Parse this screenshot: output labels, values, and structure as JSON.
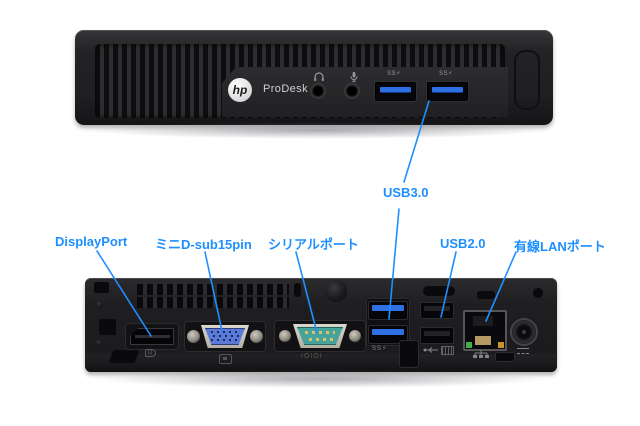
{
  "front_view": {
    "brand": "hp",
    "model": "ProDesk",
    "ports": [
      "headphone-jack",
      "microphone-jack",
      "usb3-port",
      "usb3-port"
    ]
  },
  "back_view": {
    "ports": [
      "displayport",
      "vga-mini-dsub15",
      "serial-db9",
      "usb3-x2",
      "usb2-x2",
      "rj45-lan",
      "dc-power"
    ]
  },
  "markings": {
    "usb3": "SS⚡",
    "serial": "IOIOI",
    "displayport": "D"
  },
  "callouts": {
    "usb3_front": {
      "label": "USB3.0"
    },
    "displayport": {
      "label": "DisplayPort"
    },
    "mini_dsub": {
      "label": "ミニD-sub15pin"
    },
    "serial": {
      "label": "シリアルポート"
    },
    "usb2": {
      "label": "USB2.0"
    },
    "lan": {
      "label": "有線LANポート"
    }
  },
  "colors": {
    "accent": "#1e8fff",
    "usb3_blue": "#2f6fe4",
    "vga_blue": "#5b79d6",
    "serial_teal": "#46a39a",
    "lan_green": "#43b04a",
    "lan_amber": "#c79422",
    "chassis_black": "#1d1d1f"
  }
}
